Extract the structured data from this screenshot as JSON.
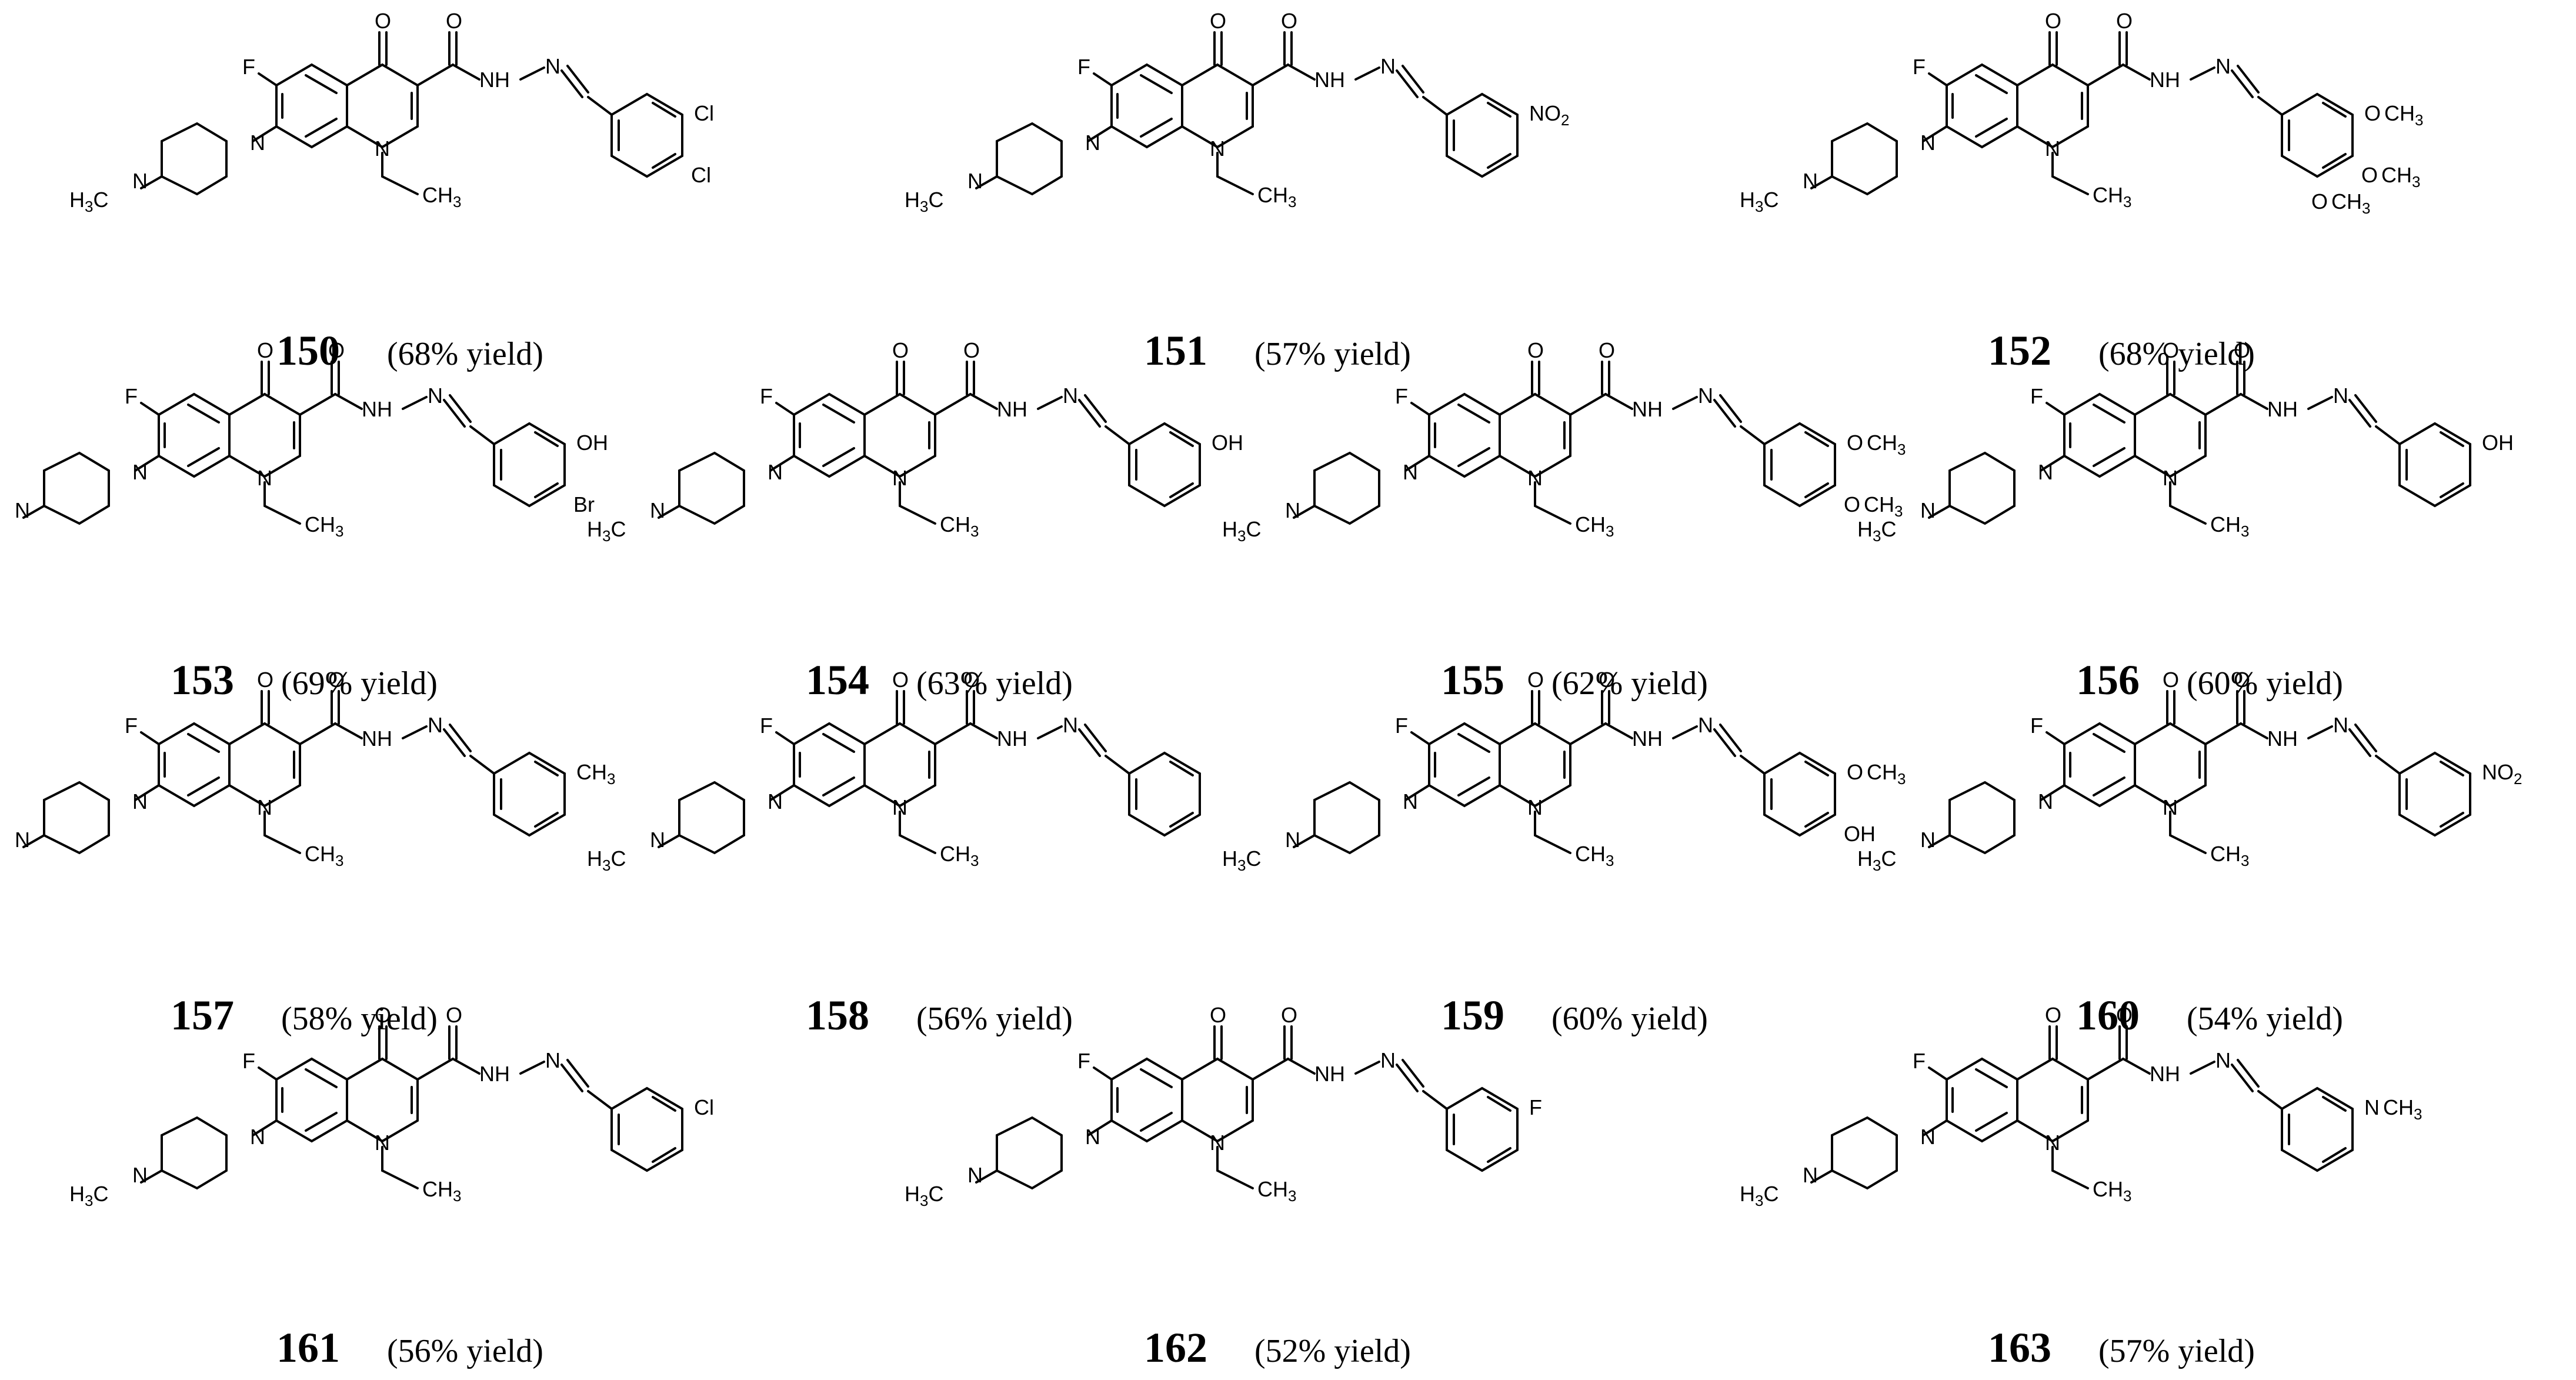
{
  "atoms": {
    "O": "O",
    "F": "F",
    "N": "N",
    "NH": "NH",
    "H3C": "H",
    "H3C_sub": "3",
    "H3C_c": "C",
    "CH3": "CH",
    "CH3_sub": "3"
  },
  "compounds": [
    {
      "number": "150",
      "yield": "(68% yield)",
      "substituents": [
        {
          "type": "Cl",
          "label": "Cl"
        },
        {
          "type": "Cl2",
          "label": "Cl"
        }
      ]
    },
    {
      "number": "151",
      "yield": "(57% yield)",
      "substituents": [
        {
          "type": "NO2",
          "label": "NO",
          "sub": "2"
        }
      ]
    },
    {
      "number": "152",
      "yield": "(68% yield)",
      "substituents": [
        {
          "type": "OMe",
          "label": "O",
          "tail": "CH",
          "sub": "3"
        },
        {
          "type": "OMe",
          "label": "O",
          "tail": "CH",
          "sub": "3"
        },
        {
          "type": "OMe",
          "label": "O",
          "tail": "CH",
          "sub": "3"
        }
      ]
    },
    {
      "number": "153",
      "yield": "(69% yield)",
      "substituents": [
        {
          "type": "OH",
          "label": "OH"
        },
        {
          "type": "Br",
          "label": "Br"
        }
      ]
    },
    {
      "number": "154",
      "yield": "(63% yield)",
      "substituents": [
        {
          "type": "OH",
          "label": "OH"
        }
      ]
    },
    {
      "number": "155",
      "yield": "(62% yield)",
      "substituents": [
        {
          "type": "OMe",
          "label": "O",
          "tail": "CH",
          "sub": "3"
        },
        {
          "type": "OMe",
          "label": "O",
          "tail": "CH",
          "sub": "3"
        }
      ]
    },
    {
      "number": "156",
      "yield": "(60% yield)",
      "substituents": [
        {
          "type": "OH",
          "label": "OH"
        }
      ]
    },
    {
      "number": "157",
      "yield": "(58% yield)",
      "substituents": [
        {
          "type": "Me",
          "label": "CH",
          "sub": "3"
        }
      ]
    },
    {
      "number": "158",
      "yield": "(56% yield)",
      "substituents": []
    },
    {
      "number": "159",
      "yield": "(60% yield)",
      "substituents": [
        {
          "type": "OMe",
          "label": "O",
          "tail": "CH",
          "sub": "3"
        },
        {
          "type": "OH",
          "label": "OH"
        }
      ]
    },
    {
      "number": "160",
      "yield": "(54% yield)",
      "substituents": [
        {
          "type": "NO2",
          "label": "NO",
          "sub": "2"
        }
      ]
    },
    {
      "number": "161",
      "yield": "(56% yield)",
      "substituents": [
        {
          "type": "Cl",
          "label": "Cl"
        }
      ]
    },
    {
      "number": "162",
      "yield": "(52% yield)",
      "substituents": [
        {
          "type": "F",
          "label": "F"
        }
      ]
    },
    {
      "number": "163",
      "yield": "(57% yield)",
      "substituents": [
        {
          "type": "NMe2",
          "label": "N",
          "tail": "CH",
          "sub": "3"
        }
      ]
    }
  ]
}
